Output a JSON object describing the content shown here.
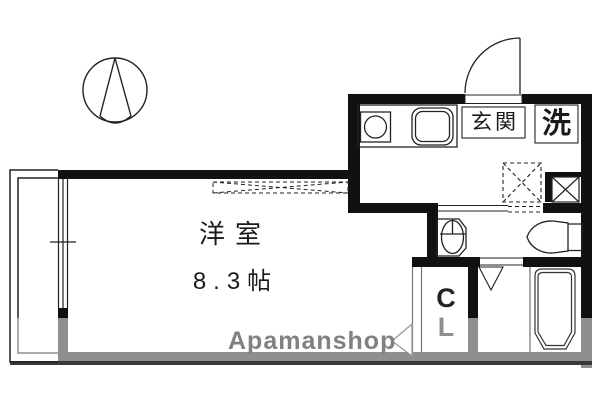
{
  "plan": {
    "labels": {
      "entrance": "玄関",
      "laundry": "洗",
      "room_name": "洋室",
      "room_size": "8.3帖",
      "closet_line1": "C",
      "closet_line2": "L"
    },
    "watermark": "Apamanshop",
    "colors": {
      "wall_black": "#111111",
      "line_black": "#1a1a1a",
      "watermark_gray": "#8f8f8f",
      "watermark_text_gray": "#818181",
      "background": "#ffffff"
    },
    "icons": {
      "compass": "north-arrow-in-circle",
      "entrance_door": "hinged-door-quarter-arc",
      "stove": "single-burner-circle",
      "kitchen_sink": "rounded-sink-basin",
      "overhead_cabinet": "dashed-flat-x-box",
      "refrigerator_space": "dashed-x-box",
      "pipe_space": "solid-x-box",
      "wash_basin": "oval-basin-with-faucet-cross",
      "toilet": "toilet-bowl-with-tank",
      "bathtub": "rounded-bathtub",
      "bath_door": "triangle-swing-marker",
      "closet_door": "triangle-arrow-marker",
      "window": "triple-line-window",
      "balcony": "balcony-outline"
    }
  }
}
